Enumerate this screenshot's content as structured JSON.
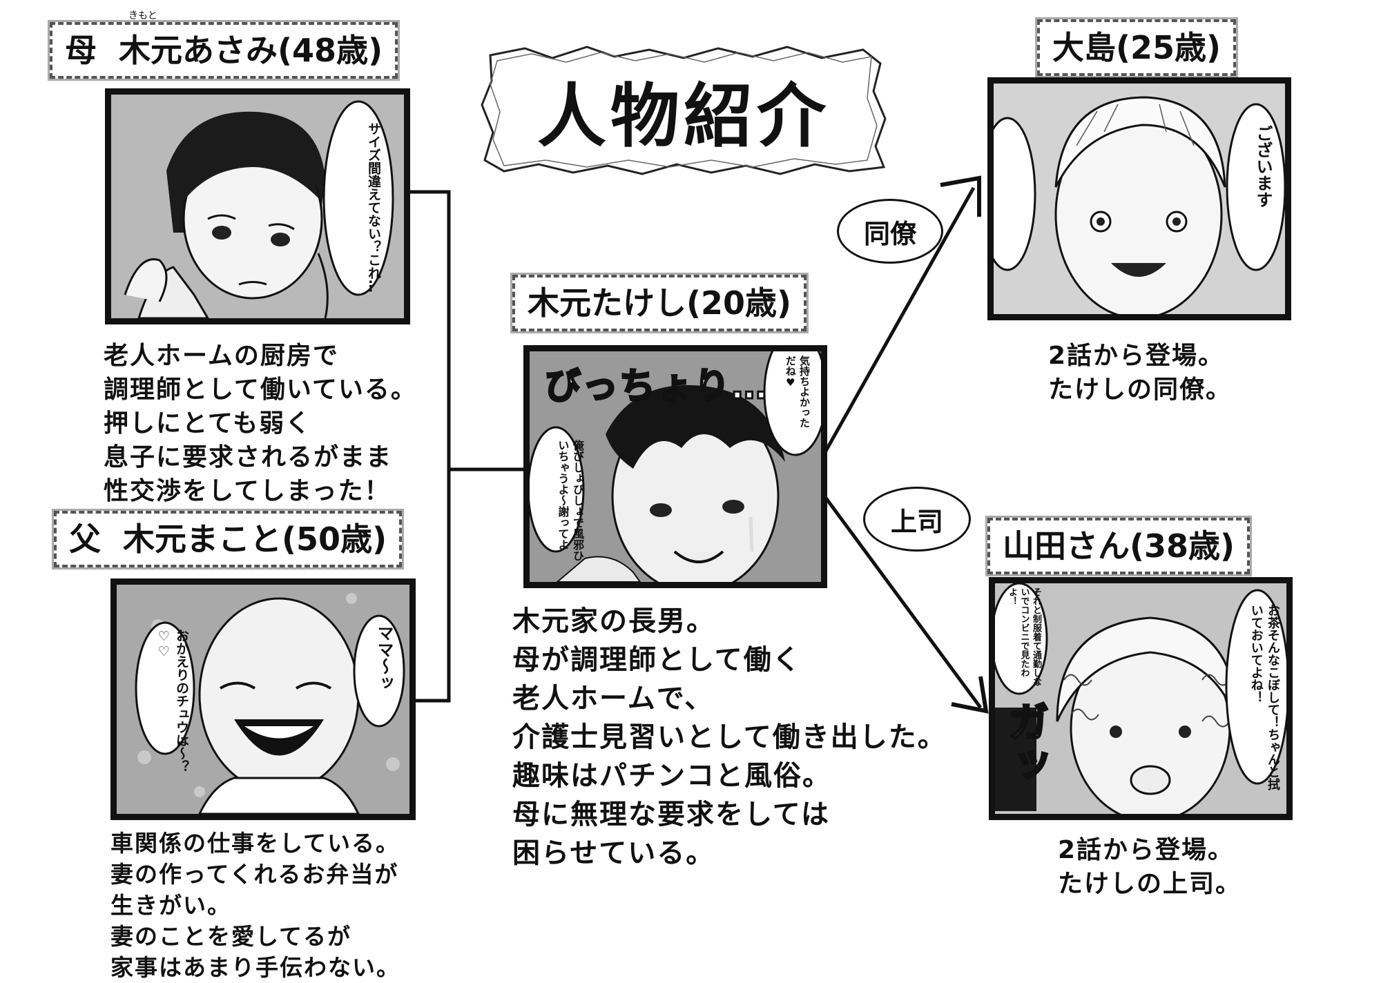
{
  "title": "人物紹介",
  "characters": {
    "mother": {
      "role": "母",
      "name": "木元あさみ(48歳)",
      "ruby": "きもと",
      "bubble": "サイズ間違えてない？これ…",
      "desc": [
        "老人ホームの厨房で",
        "調理師として働いている。",
        "押しにとても弱く",
        "息子に要求されるがまま",
        "性交渉をしてしまった！"
      ]
    },
    "father": {
      "role": "父",
      "name": "木元まこと(50歳)",
      "bubble1": "ママ〜ッ",
      "bubble2": "おかえりのチュウは〜？♡♡",
      "desc": [
        "車関係の仕事をしている。",
        "妻の作ってくれるお弁当が",
        "生きがい。",
        "妻のことを愛してるが",
        "家事はあまり手伝わない。"
      ]
    },
    "son": {
      "name": "木元たけし(20歳)",
      "sfx": "びっちょり…",
      "bubble1": "俺びしょびしょで風邪ひいちゃうよ〜謝ってよ",
      "bubble2": "気持ちよかっただね♥",
      "desc": [
        "木元家の長男。",
        "母が調理師として働く",
        "老人ホームで、",
        "介護士見習いとして働き出した。",
        "趣味はパチンコと風俗。",
        "母に無理な要求をしては",
        "困らせている。"
      ]
    },
    "oshima": {
      "name": "大島(25歳)",
      "bubble": "ございます",
      "desc": [
        "2話から登場。",
        "たけしの同僚。"
      ]
    },
    "yamada": {
      "name": "山田さん(38歳)",
      "bubble1": "お茶そんなこぼして！ちゃんと拭いておいてよね！",
      "bubble2": "それと制服着て通勤しないでコンビニで見たわよ！",
      "sfx": "ガッ",
      "desc": [
        "2話から登場。",
        "たけしの上司。"
      ]
    }
  },
  "relations": {
    "colleague": "同僚",
    "boss": "上司"
  }
}
